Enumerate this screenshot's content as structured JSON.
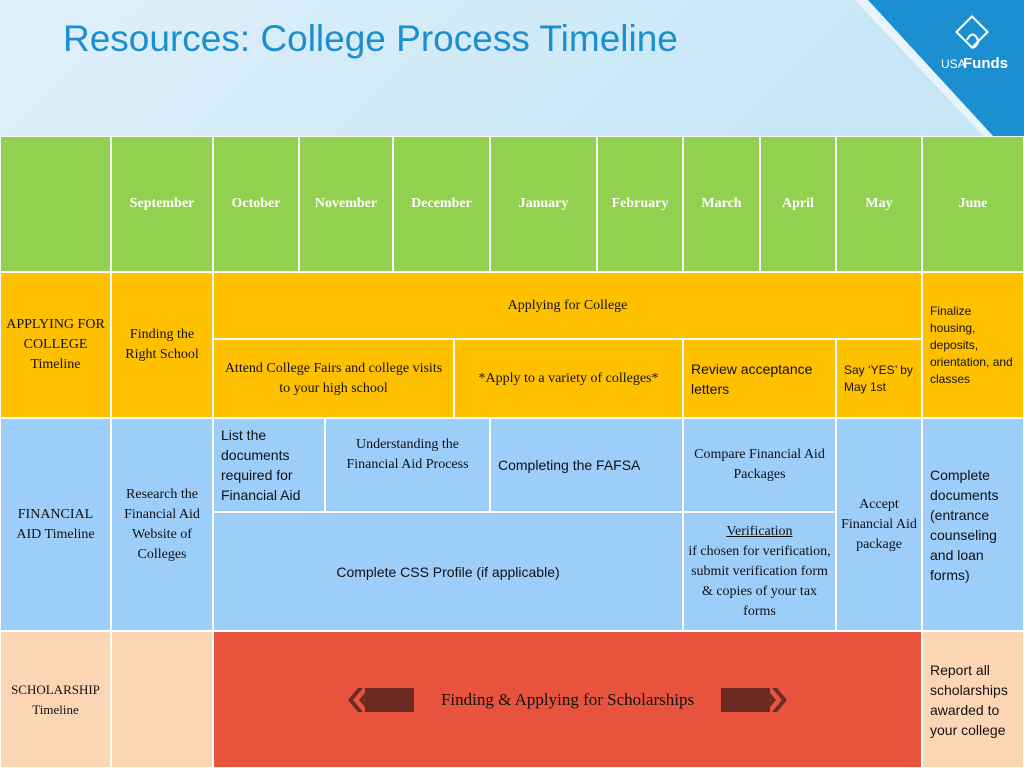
{
  "title": "Resources: College Process Timeline",
  "logo": {
    "usa": "USA",
    "funds": "Funds"
  },
  "months": [
    "September",
    "October",
    "November",
    "December",
    "January",
    "February",
    "March",
    "April",
    "May",
    "June"
  ],
  "rows": {
    "applying": {
      "label": "APPLYING FOR COLLEGE Timeline",
      "finding_school": "Finding the Right School",
      "applying_for_college": "Applying for College",
      "college_fairs": "Attend College Fairs and college visits to your high school",
      "apply_variety": "*Apply to a variety of colleges*",
      "review_letters": "Review acceptance letters",
      "say_yes": "Say ‘YES’ by May 1st",
      "finalize": "Finalize housing, deposits, orientation, and classes"
    },
    "financial": {
      "label": "FINANCIAL AID Timeline",
      "research": "Research the Financial Aid Website of Colleges",
      "list_documents": "List the documents required for Financial Aid",
      "understanding": "Understanding the Financial Aid Process",
      "fafsa": "Completing the FAFSA",
      "compare": "Compare Financial Aid Packages",
      "accept": "Accept Financial Aid package",
      "complete_docs": "Complete documents (entrance counseling and loan forms)",
      "css_profile": "Complete CSS Profile (if applicable)",
      "verification_title": "Verification",
      "verification_body": "if chosen for verification, submit verification form & copies of your tax forms"
    },
    "scholarship": {
      "label": "SCHOLARSHIP Timeline",
      "finding": "Finding & Applying  for  Scholarships",
      "report": "Report all scholarships awarded to your college"
    }
  },
  "colors": {
    "header": "#92d050",
    "applying": "#ffc000",
    "financial": "#9dcdf9",
    "scholarship": "#fcd5b5",
    "scholarship_bar": "#e8533d",
    "title": "#1b8fd0"
  }
}
